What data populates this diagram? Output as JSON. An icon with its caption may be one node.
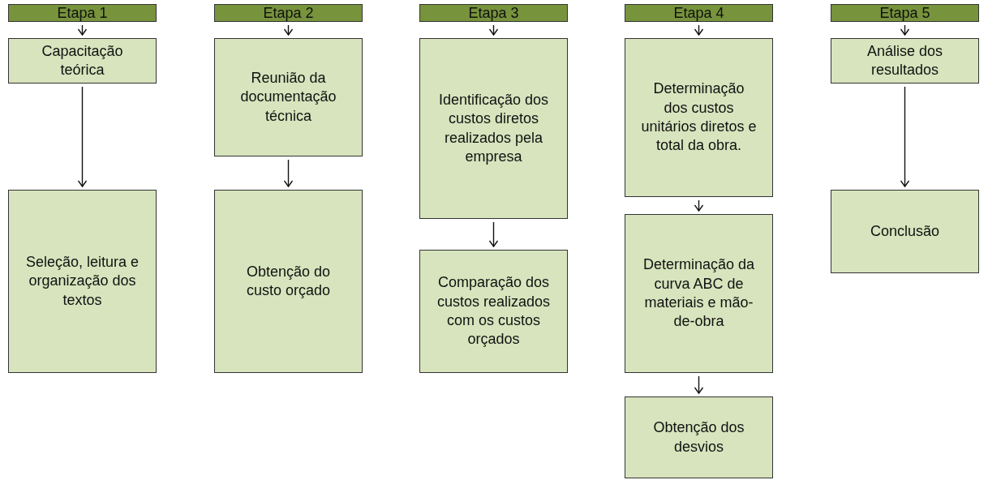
{
  "diagram": {
    "nodes": [
      {
        "text": [
          "Etapa 1"
        ]
      },
      {
        "text": [
          "Capacitação teórica"
        ]
      },
      {
        "text": [
          "Seleção, leitura e organização dos textos"
        ]
      },
      {
        "text": [
          "Etapa 2"
        ]
      },
      {
        "text": [
          "Reunião da documentação técnica"
        ]
      },
      {
        "text": [
          "Obtenção do custo orçado"
        ]
      },
      {
        "text": [
          "Etapa 3"
        ]
      },
      {
        "text": [
          "Identificação dos custos diretos realizados pela empresa"
        ]
      },
      {
        "text": [
          "Comparação dos custos realizados com os custos orçados"
        ]
      },
      {
        "text": [
          "Etapa 4"
        ]
      },
      {
        "text": [
          "Determinação dos custos unitários diretos e total da obra."
        ]
      },
      {
        "text": [
          "Determinação da curva ABC de materiais e mão-de-obra"
        ]
      },
      {
        "text": [
          "Obtenção dos desvios"
        ]
      },
      {
        "text": [
          "Etapa 5"
        ]
      },
      {
        "text": [
          "Análise dos resultados"
        ]
      },
      {
        "text": [
          "Conclusão"
        ]
      }
    ],
    "edges": [
      {
        "from": 0,
        "to": 1,
        "arrow": "to"
      },
      {
        "from": 1,
        "to": 2,
        "arrow": "to"
      },
      {
        "from": 3,
        "to": 4,
        "arrow": "to"
      },
      {
        "from": 4,
        "to": 5,
        "arrow": "to"
      },
      {
        "from": 6,
        "to": 7,
        "arrow": "to"
      },
      {
        "from": 7,
        "to": 8,
        "arrow": "to"
      },
      {
        "from": 9,
        "to": 10,
        "arrow": "to"
      },
      {
        "from": 10,
        "to": 11,
        "arrow": "to"
      },
      {
        "from": 11,
        "to": 12,
        "arrow": "to"
      },
      {
        "from": 13,
        "to": 14,
        "arrow": "to"
      },
      {
        "from": 14,
        "to": 15,
        "arrow": "to"
      }
    ]
  }
}
